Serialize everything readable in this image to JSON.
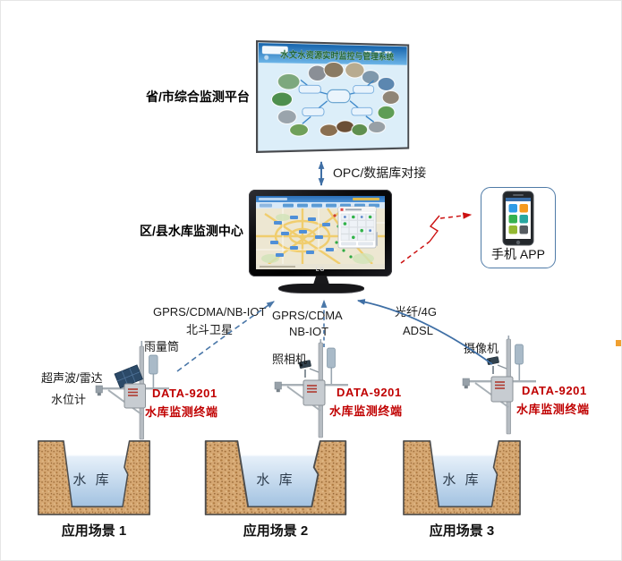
{
  "board": {
    "label": "省/市综合监测平台",
    "title": "水文水资源实时监控与管理系统"
  },
  "center": {
    "label": "区/县水库监测中心",
    "monitor_brand": "LG"
  },
  "phone": {
    "label": "手机 APP"
  },
  "links": {
    "opc": "OPC/数据库对接",
    "left_line1": "GPRS/CDMA/NB-IOT",
    "left_line2": "北斗卫星",
    "mid_line1": "GPRS/CDMA",
    "mid_line2": "NB-IOT",
    "right_line1": "光纤/4G",
    "right_line2": "ADSL"
  },
  "scenes": [
    {
      "rain_gauge_label": "雨量筒",
      "sensor_label_line1": "超声波/雷达",
      "sensor_label_line2": "水位计",
      "device_model": "DATA-9201",
      "device_name": "水库监测终端",
      "reservoir_label": "水 库",
      "caption": "应用场景 1"
    },
    {
      "camera_label": "照相机",
      "device_model": "DATA-9201",
      "device_name": "水库监测终端",
      "reservoir_label": "水 库",
      "caption": "应用场景 2"
    },
    {
      "camera_label": "摄像机",
      "device_model": "DATA-9201",
      "device_name": "水库监测终端",
      "reservoir_label": "水 库",
      "caption": "应用场景 3"
    }
  ],
  "colors": {
    "device_text_red": "#c00000",
    "uplink_arrow_blue": "#4a77a8",
    "opc_arrow_blue": "#3f6fa5",
    "wireless_arrow_red": "#cc1111",
    "water_top": "#e6f0fa",
    "water_bottom": "#9fc0e0",
    "soil": "#d6a873",
    "board_header_blue": "#2f7fc5"
  }
}
